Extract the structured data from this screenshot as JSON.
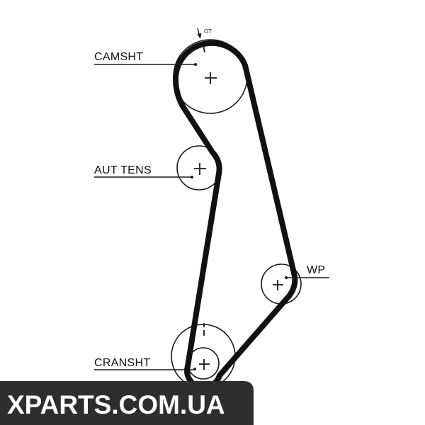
{
  "diagram": {
    "labels": {
      "camshaft": "CAMSHT",
      "tensioner": "AUT TENS",
      "water_pump": "WP",
      "crankshaft": "CRANSHT"
    },
    "marker": "OT"
  },
  "watermark": {
    "text": "XPARTS.COM.UA",
    "background": "#2e2e2e",
    "color": "#ffffff"
  },
  "colors": {
    "belt": "#111111",
    "background": "#ffffff"
  }
}
